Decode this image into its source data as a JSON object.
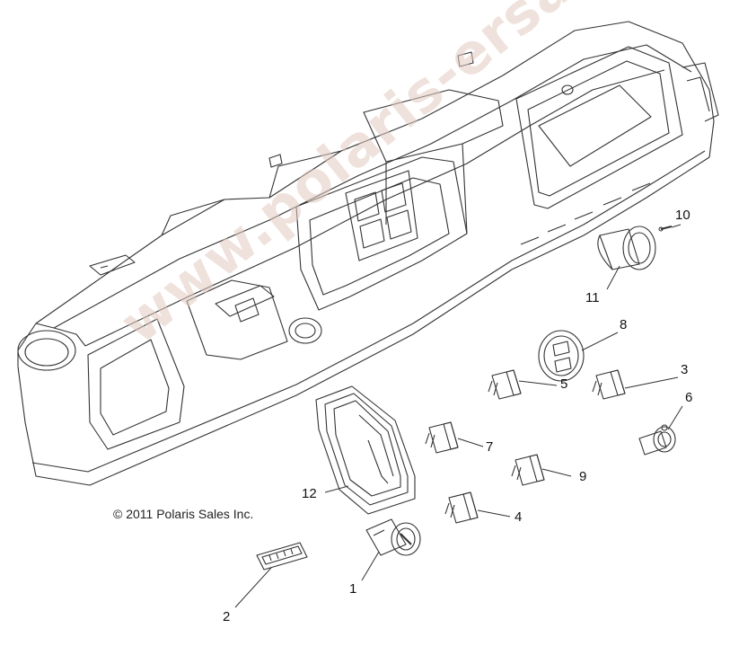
{
  "copyright": "© 2011 Polaris Sales Inc.",
  "watermark": "www.polaris-ersatzteile.de",
  "callouts": {
    "c1": "1",
    "c2": "2",
    "c3": "3",
    "c4": "4",
    "c5": "5",
    "c6": "6",
    "c7": "7",
    "c8": "8",
    "c9": "9",
    "c10": "10",
    "c11": "11",
    "c12": "12"
  }
}
